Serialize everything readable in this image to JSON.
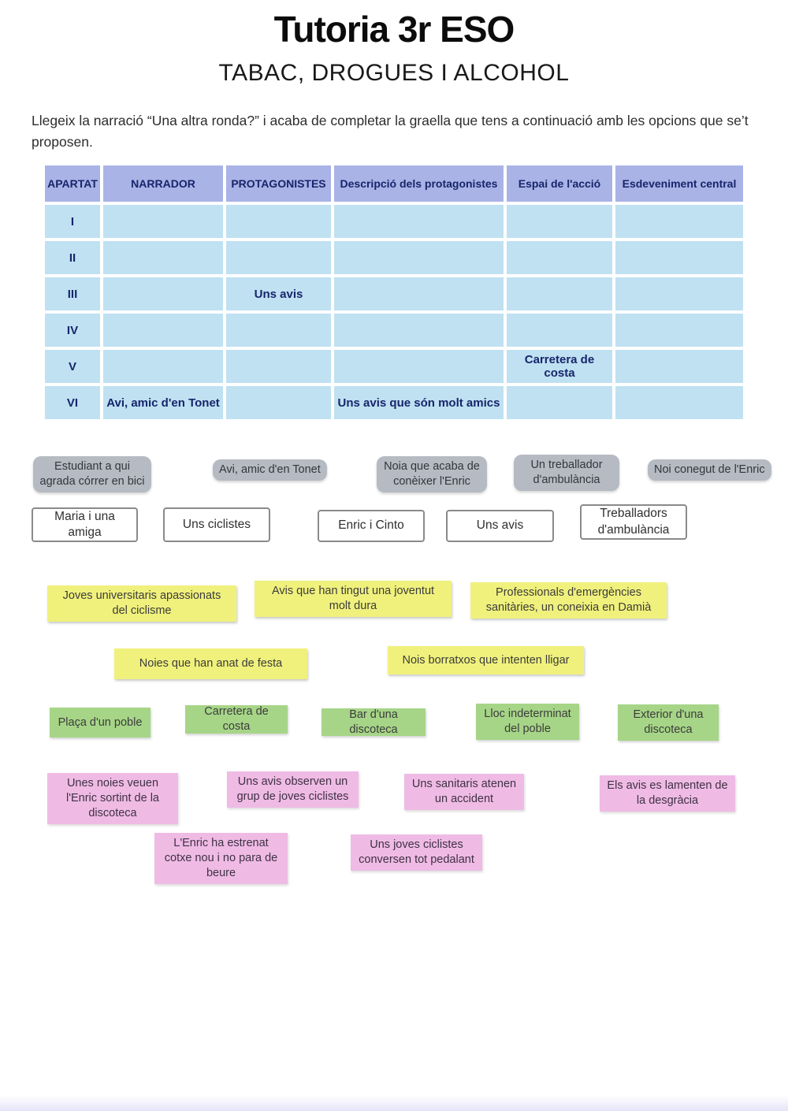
{
  "page": {
    "title": "Tutoria 3r ESO",
    "subtitle": "TABAC, DROGUES I ALCOHOL",
    "instructions": "Llegeix la narració “Una altra ronda?” i acaba de completar  la graella que tens a continuació amb les opcions que se’t proposen."
  },
  "table": {
    "headers": [
      "APARTAT",
      "NARRADOR",
      "PROTAGONISTES",
      "Descripció dels protagonistes",
      "Espai de l'acció",
      "Esdeveniment central"
    ],
    "rows": [
      {
        "label": "I",
        "cells": [
          "",
          "",
          "",
          "",
          ""
        ]
      },
      {
        "label": "II",
        "cells": [
          "",
          "",
          "",
          "",
          ""
        ]
      },
      {
        "label": "III",
        "cells": [
          "",
          "Uns avis",
          "",
          "",
          ""
        ]
      },
      {
        "label": "IV",
        "cells": [
          "",
          "",
          "",
          "",
          ""
        ]
      },
      {
        "label": "V",
        "cells": [
          "",
          "",
          "",
          "Carretera de costa",
          ""
        ]
      },
      {
        "label": "VI",
        "cells": [
          "Avi, amic d'en Tonet",
          "",
          "Uns avis que són molt amics",
          "",
          ""
        ]
      }
    ]
  },
  "options": {
    "narrators": [
      "Estudiant a qui agrada córrer en bici",
      "Avi, amic d'en Tonet",
      "Noia que acaba de conèixer l'Enric",
      "Un treballador d'ambulància",
      "Noi conegut de l'Enric"
    ],
    "protagonists": [
      "Maria i una amiga",
      "Uns  ciclistes",
      "Enric i Cinto",
      "Uns avis",
      "Treballadors d'ambulància"
    ],
    "descriptions": [
      "Joves universitaris apassionats del ciclisme",
      "Avis que han tingut una joventut molt dura",
      "Professionals d'emergències sanitàries, un coneixia en Damià",
      "Noies que han anat de festa",
      "Nois borratxos que intenten lligar"
    ],
    "spaces": [
      "Plaça d'un poble",
      "Carretera de costa",
      "Bar d'una discoteca",
      "Lloc  indeterminat del poble",
      "Exterior d'una discoteca"
    ],
    "events": [
      "Unes noies  veuen l'Enric sortint de la discoteca",
      "Uns avis observen un grup de joves ciclistes",
      "Uns sanitaris atenen un accident",
      "Els avis es lamenten de la desgràcia",
      "L'Enric ha estrenat cotxe nou i no para de beure",
      "Uns joves ciclistes conversen tot pedalant"
    ]
  },
  "colors": {
    "table_header_bg": "#a9b3e6",
    "table_cell_bg": "#bfe1f2",
    "table_text": "#17256b",
    "chip_gray": "#b6bac2",
    "chip_yellow": "#f0f17c",
    "chip_green": "#a6d587",
    "chip_pink": "#efbbe5"
  }
}
